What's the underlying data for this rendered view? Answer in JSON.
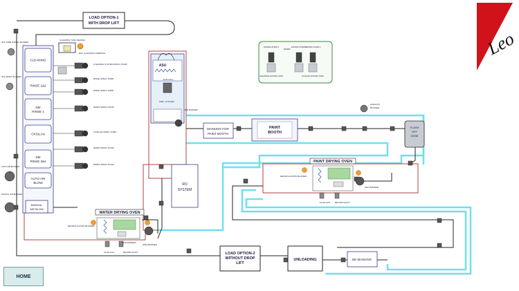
{
  "brand": {
    "logo_text": "Leo",
    "logo_color": "#d0121b"
  },
  "colors": {
    "line": "#222222",
    "return_line": "#6fe0e8",
    "zone_border": "#b04040",
    "stage_fill": "#e6f0f8",
    "stage_border": "#3a3a8a",
    "tank": "#c8ccd2",
    "burner": "#f0a030"
  },
  "load_option_1": {
    "line1": "LOAD OPTION-1",
    "line2": "WITH DROP LIFT"
  },
  "load_option_2": {
    "line1": "LOAD OPTION-2",
    "line2": "WITHOUT DROP",
    "line3": "LIFT"
  },
  "pretreatment": {
    "stages": [
      {
        "line1": "CLEANING",
        "line2": ""
      },
      {
        "line1": "RINSE 1&2",
        "line2": ""
      },
      {
        "line1": "DM",
        "line2": "RINSE 1"
      },
      {
        "line1": "OXSILAN",
        "line2": ""
      },
      {
        "line1": "DM",
        "line2": "RINSE 3&4"
      },
      {
        "line1": "AUTO AIR",
        "line2": "BLOW"
      }
    ],
    "manual_air_blow": {
      "line1": "MANUAL",
      "line2": "AIR BLOW"
    },
    "left_labels": [
      "OFF-TUBE SURVEY BLOWER",
      "OFF-SPRAY BLOWER",
      "AUTO AIR BLOWER",
      "MANUAL AIR BLOWER"
    ],
    "pump_labels": [
      "CLEANING SYSTEM SPRAY PUMP",
      "RINSE SPRAY PUMP",
      "RINSE SPRAY PUMP",
      "DMWS SPRAY PUMP",
      "OXSILAN SPRAY PUMP",
      "DMWS SPRAY PUMP",
      "DMWS SPRAY PUMP"
    ],
    "heater_label": "CLEANING TANK HEATER",
    "chemical_label": "EFF. CLEANING CHEMICAL"
  },
  "water_drying_oven": {
    "title": "WATER DRYING OVEN",
    "recirc_label": "RECIRCULATION BLOWER",
    "burner_label": "WDO BURNER",
    "flue_label": "FLUE GAS",
    "return_label": "RETURN DUCT",
    "box_label": "MOD BURNER"
  },
  "asu": {
    "title": "ASU",
    "sub1": "AUTO FILL",
    "sub2": "CIRC. SYSTEM",
    "burner_label": "PRE BURNER"
  },
  "ro_system": {
    "line1": "RO",
    "line2": "SYSTEM"
  },
  "masking": {
    "line1": "MASKING FOR",
    "line2": "PAINT BOOTH"
  },
  "paint_booth": {
    "line1": "PAINT",
    "line2": "BOOTH"
  },
  "exhaust_blower": {
    "line1": "EXHAUST",
    "line2": "BLOWER"
  },
  "flash_off": {
    "line1": "FLASH",
    "line2": "OFF",
    "line3": "ZONE"
  },
  "paint_drying_oven": {
    "title": "PAINT DRYING OVEN",
    "recirc_label": "RECIRCULATION BLOWER",
    "burner_label": "PDO BURNER",
    "flue_label": "FLUE GAS",
    "return_label": "RETURN DUCT"
  },
  "dosing": {
    "units": [
      {
        "top": "DOSING PUMP-1",
        "bottom": "CLEANING DOSING TANK"
      },
      {
        "top": "DOSING PUMP-2",
        "bottom": ""
      },
      {
        "top": "DOSING PUMP-3",
        "bottom": "OXSILAN DOSING TANK"
      }
    ],
    "mixer": "MIXER"
  },
  "unloading": {
    "label": "UNLOADING"
  },
  "de_masking": {
    "label": "DE-MASKING"
  },
  "home": {
    "label": "HOME"
  }
}
